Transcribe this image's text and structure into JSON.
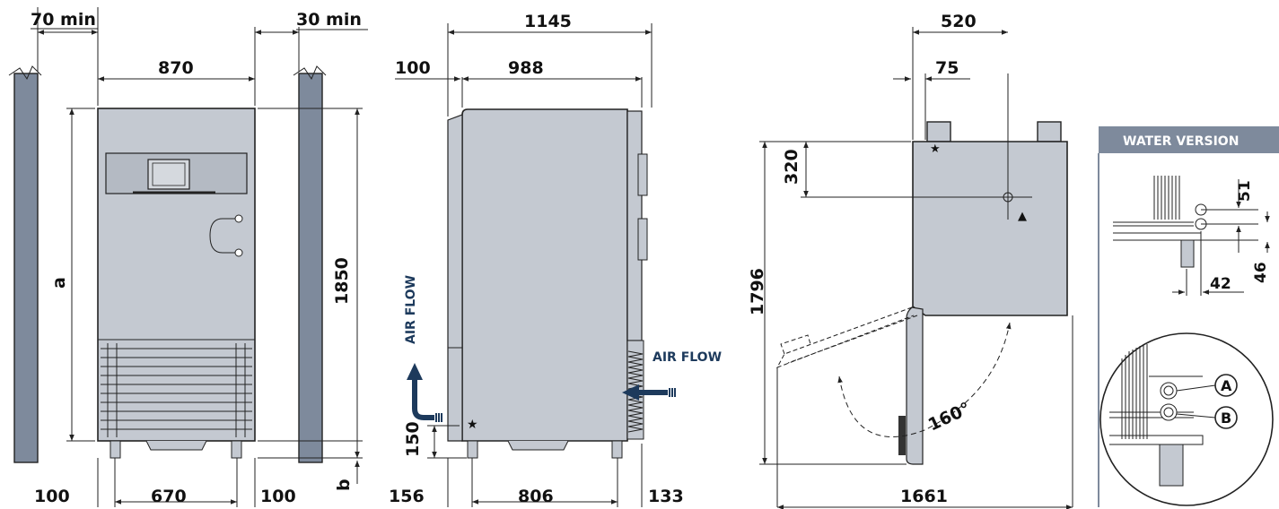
{
  "front_view": {
    "clearance_left": "70 min",
    "clearance_right": "30 min",
    "width": "870",
    "height_total": "1850",
    "height_label": "a",
    "leg_label": "b",
    "bottom_left": "100",
    "bottom_center": "670",
    "bottom_right": "100"
  },
  "side_view": {
    "depth_total": "1145",
    "offset_left": "100",
    "body_depth": "988",
    "leg_height": "150",
    "bottom_left": "156",
    "bottom_center": "806",
    "bottom_right": "133",
    "airflow_vertical": "AIR FLOW",
    "airflow_horizontal": "AIR FLOW",
    "star_symbol": "★"
  },
  "top_view": {
    "width": "520",
    "offset": "75",
    "height": "320",
    "depth_open": "1796",
    "total_with_door": "1661",
    "door_angle": "160°",
    "star_symbol": "★",
    "triangle_symbol": "▲"
  },
  "water_version": {
    "title": "WATER VERSION",
    "dim_vertical_1": "51",
    "dim_vertical_2": "46",
    "dim_horizontal": "42",
    "connection_a": "A",
    "connection_b": "B"
  }
}
